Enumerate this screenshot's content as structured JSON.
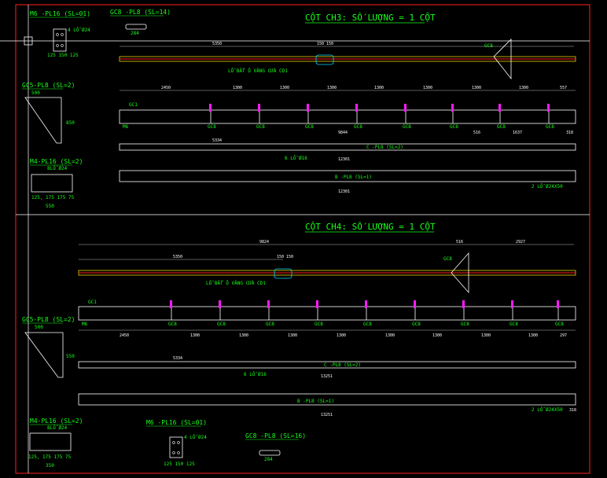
{
  "colors": {
    "background": "#000000",
    "line": "#ffffff",
    "label": "#19ff19",
    "dimension": "#e6e6e6",
    "magenta": "#ff1aff",
    "red": "#ff2020",
    "yellow": "#f0d000",
    "cyan": "#00d8ff"
  },
  "top": {
    "title": "CỘT CH3: SỐ LƯỢNG = 1 CỘT",
    "labels": {
      "m6": "M6 -PL16 (SL=01)",
      "gc8": "GC8 -PL8 (SL=14)",
      "gc5": "GC5-PL8 (SL=2)",
      "m4": "M4-PL16 (SL=2)",
      "c": "C -PL8 (SL=2)",
      "b": "B -PL8 (SL=1)",
      "hole_note": "LỖ BẮT Ô VĂNG CỬA CD1",
      "bolt_note": "6 LỖ Ø16",
      "hole_end": "2 LỖ Ø24X50",
      "m6_holes": "4 LỖ Ø24",
      "m4_holes": "8LỖ Ø24",
      "gc1": "GC1",
      "m6_tag": "M6",
      "gc8_tag": "GC8"
    },
    "dims": {
      "d5350": "5350",
      "d150": "150 150",
      "d2450": "2450",
      "d1300": "1300",
      "d557": "557",
      "d9844": "9844",
      "d516": "516",
      "d1637": "1637",
      "d318": "318",
      "d5334": "5334",
      "d12301": "12301",
      "d500": "500",
      "d850": "850",
      "d550": "550",
      "d284": "284",
      "m4_row": "125, 175 175 75",
      "m6_row": "125 150 125"
    },
    "top_dims": [
      "2450",
      "1300",
      "1300",
      "1300",
      "1300",
      "1300",
      "1300",
      "1300",
      "557"
    ]
  },
  "bottom": {
    "title": "CỘT CH4: SỐ LƯỢNG = 1 CỘT",
    "labels": {
      "gc5": "GC5-PL8 (SL=2)",
      "m4": "M4-PL16 (SL=2)",
      "m6": "M6 -PL16 (SL=01)",
      "gc8": "GC8 -PL8 (SL=16)",
      "c": "C -PL8 (SL=2)",
      "b": "B -PL8 (SL=1)",
      "hole_note": "LỖ BẮT Ô VĂNG CỬA CD1",
      "bolt_note": "6 LỖ Ø16",
      "hole_end": "2 LỖ Ø24X50",
      "m6_holes": "4 LỖ Ø24",
      "m4_holes": "8LỖ Ø24",
      "gc1": "GC1",
      "m6_tag": "M6",
      "gc8_tag": "GC8"
    },
    "dims": {
      "d9824": "9824",
      "d516": "516",
      "d2927": "2927",
      "d5350": "5350",
      "d150": "150 150",
      "d5334": "5334",
      "d13251": "13251",
      "d500": "500",
      "d550": "550",
      "d350": "350",
      "d284": "284",
      "d318": "318",
      "m4_row": "125, 175 175 75",
      "m6_row": "125 150 125"
    },
    "bot_dims": [
      "2450",
      "1300",
      "1300",
      "1300",
      "1300",
      "1300",
      "1300",
      "1300",
      "1300",
      "297"
    ]
  }
}
